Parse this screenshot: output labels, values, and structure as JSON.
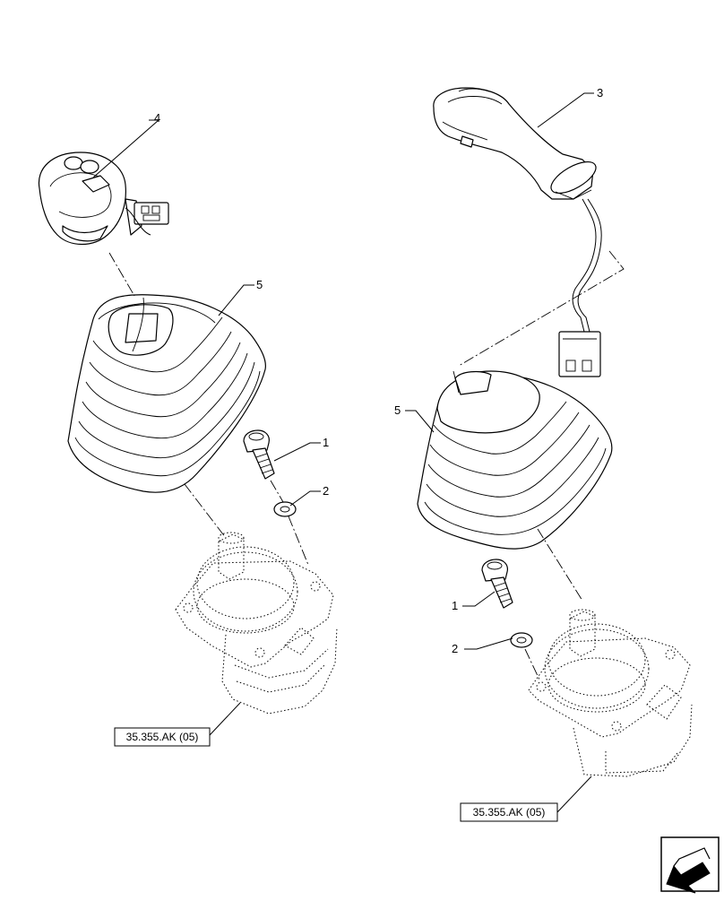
{
  "callouts": {
    "c1_left": "1",
    "c2_left": "2",
    "c3": "3",
    "c4": "4",
    "c5_left": "5",
    "c5_right": "5",
    "c1_right": "1",
    "c2_right": "2"
  },
  "refs": {
    "left": "35.355.AK (05)",
    "right": "35.355.AK (05)"
  },
  "icons": {
    "nav": "arrow-icon"
  }
}
